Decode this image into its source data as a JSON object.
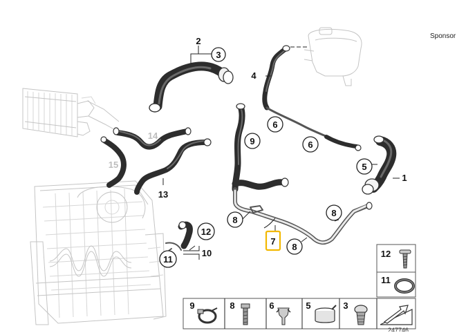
{
  "sponsor": "Sponsor",
  "callouts": {
    "c1": "1",
    "c2": "2",
    "c3": "3",
    "c4": "4",
    "c5": "5",
    "c6a": "6",
    "c6b": "6",
    "c7": "7",
    "c8a": "8",
    "c8b": "8",
    "c8c": "8",
    "c9": "9",
    "c10": "10",
    "c11": "11",
    "c12": "12",
    "c13": "13",
    "c14": "14",
    "c15": "15"
  },
  "legend_right": {
    "r12": "12",
    "r11": "11"
  },
  "legend_bottom": {
    "b9": "9",
    "b8": "8",
    "b6": "6",
    "b5": "5",
    "b3": "3"
  },
  "diagram_id": "247746",
  "colors": {
    "highlight": "#f2b800",
    "line": "#222222"
  }
}
